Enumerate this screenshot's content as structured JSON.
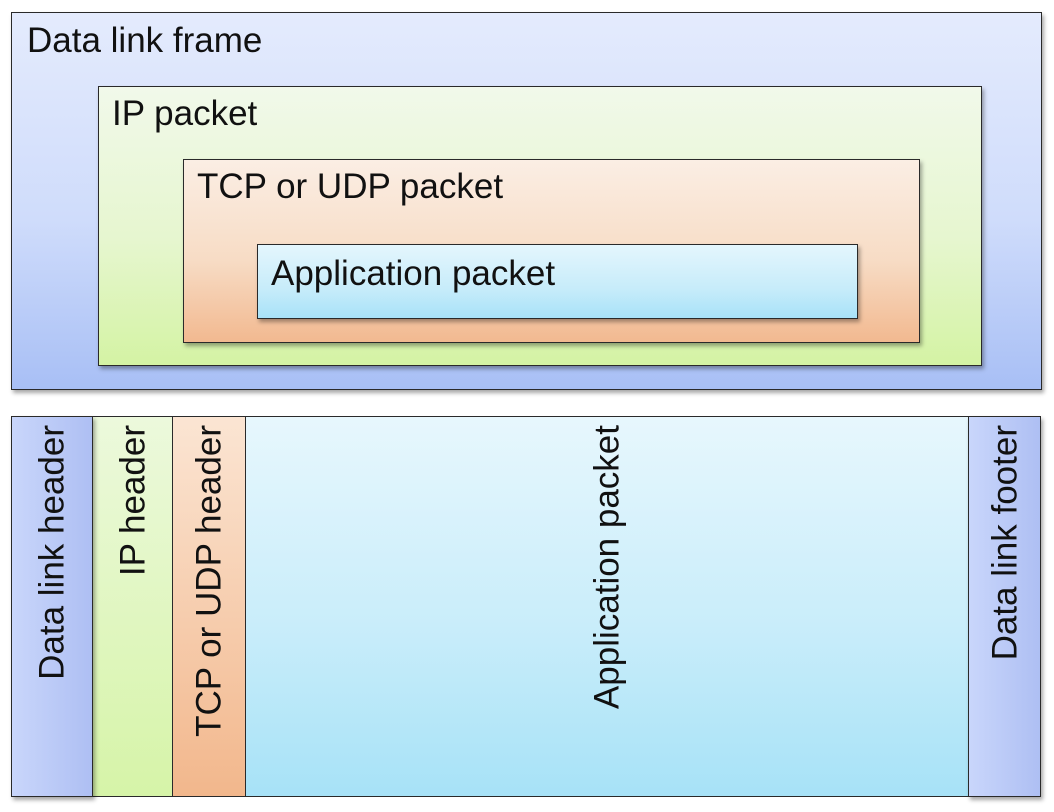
{
  "nested": {
    "data_link_frame": "Data link frame",
    "ip_packet": "IP packet",
    "tcp_udp_packet": "TCP or UDP packet",
    "application_packet": "Application packet"
  },
  "flat": {
    "data_link_header": "Data link header",
    "ip_header": "IP header",
    "tcp_udp_header": "TCP or UDP header",
    "application_packet": "Application packet",
    "data_link_footer": "Data link footer"
  },
  "colors": {
    "data_link": "#b9c9f7",
    "ip": "#dcf5b8",
    "tcp_udp": "#f4c6a3",
    "application": "#bfe9f9"
  }
}
